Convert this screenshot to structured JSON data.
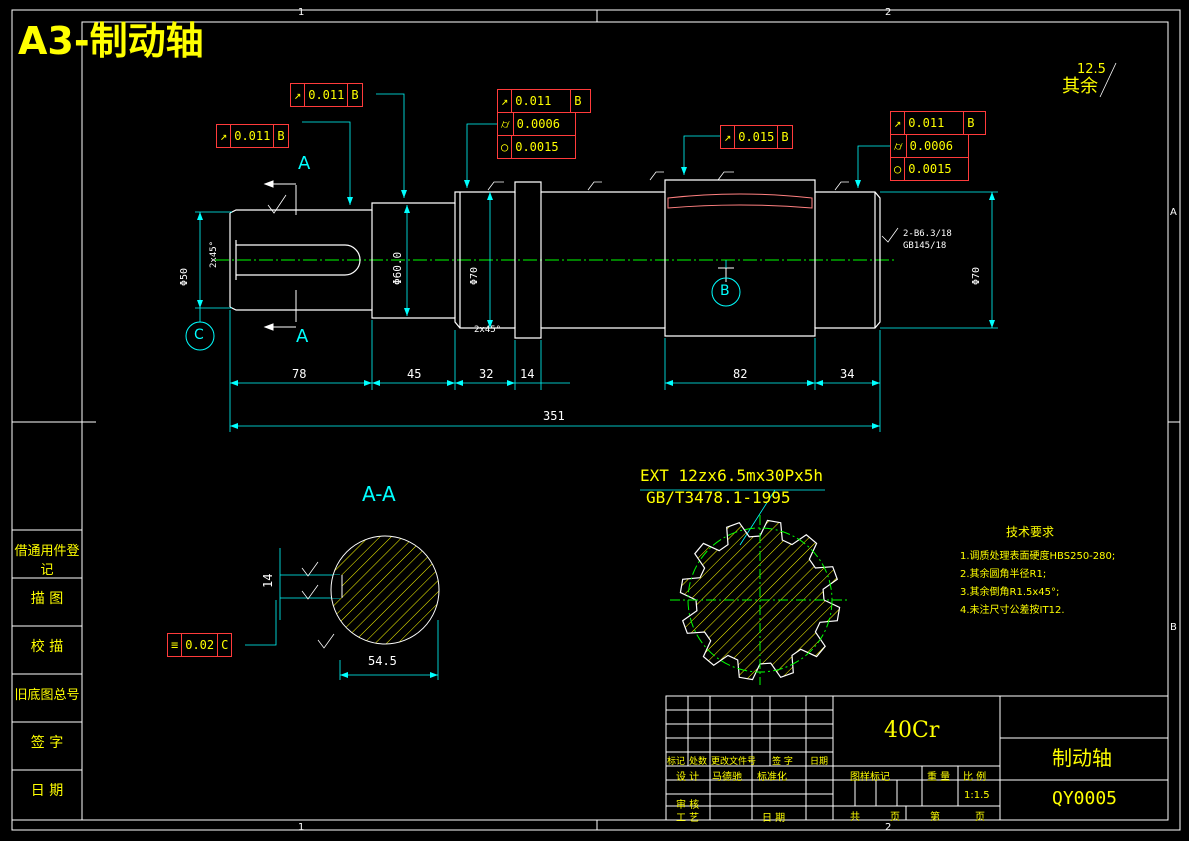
{
  "sheet": {
    "title": "A3-制动轴",
    "zone_top_1": "1",
    "zone_top_2": "2",
    "zone_bottom_1": "1",
    "zone_bottom_2": "2",
    "zone_right_A": "A",
    "zone_right_B": "B"
  },
  "roughness_note": {
    "value": "12.5",
    "label": "其余"
  },
  "tolerance_frames": {
    "f1": {
      "symbol": "runout-arrow",
      "value": "0.011",
      "datum": "B"
    },
    "f2": {
      "symbol": "runout-arrow",
      "value": "0.011",
      "datum": "B"
    },
    "f3": {
      "rows": [
        {
          "symbol": "runout-arrow",
          "value": "0.011",
          "datum": "B"
        },
        {
          "symbol": "cylindricity",
          "value": "0.0006"
        },
        {
          "symbol": "circularity",
          "value": "0.0015"
        }
      ]
    },
    "f4": {
      "symbol": "runout-arrow",
      "value": "0.015",
      "datum": "B"
    },
    "f5": {
      "rows": [
        {
          "symbol": "runout-arrow",
          "value": "0.011",
          "datum": "B"
        },
        {
          "symbol": "cylindricity",
          "value": "0.0006"
        },
        {
          "symbol": "circularity",
          "value": "0.0015"
        }
      ]
    },
    "f6": {
      "symbol": "symmetry",
      "value": "0.02",
      "datum": "C"
    }
  },
  "section_marks": {
    "A_top": "A",
    "A_bottom": "A",
    "datum_B": "B",
    "datum_C": "C",
    "section_title": "A-A"
  },
  "dimensions": {
    "d1": "78",
    "d2": "45",
    "d3": "32",
    "d4": "14",
    "d5": "82",
    "d6": "34",
    "total": "351",
    "key_width": "14",
    "key_depth": "54.5",
    "chamfer1": "2x45°",
    "chamfer2": "2x45°",
    "dia1": "Φ50",
    "dia2": "Φ60.0",
    "dia3": "Φ70",
    "dia4": "Φ70",
    "thread_note1": "2-B6.3/18",
    "thread_note2": "GB145/18"
  },
  "spline": {
    "spec": "EXT 12zx6.5mx30Px5h",
    "standard": "GB/T3478.1-1995"
  },
  "technical_requirements": {
    "heading": "技术要求",
    "items": [
      "1.调质处理表面硬度HBS250-280;",
      "2.其余圆角半径R1;",
      "3.其余倒角R1.5x45°;",
      "4.未注尺寸公差按IT12."
    ]
  },
  "side_panel": {
    "items": [
      "借通用件登记",
      "描  图",
      "校  描",
      "旧底图总号",
      "签  字",
      "日  期"
    ]
  },
  "title_block": {
    "material": "40Cr",
    "part_name": "制动轴",
    "drawing_no": "QY0005",
    "scale": "1:1.5",
    "rev_headers": [
      "标记",
      "处数",
      "更改文件号",
      "签 字",
      "日期"
    ],
    "design_label": "设 计",
    "designer": "马德驰",
    "standardize_label": "标准化",
    "review_label": "审 核",
    "process_label": "工 艺",
    "date_label": "日 期",
    "stage_label": "图样标记",
    "weight_label": "重 量",
    "scale_label": "比 例",
    "total_label": "共",
    "page_label": "页",
    "sheet_label": "第"
  },
  "colors": {
    "background": "#000000",
    "outline": "#ffffff",
    "dimension": "#00ffff",
    "centerline": "#00ff00",
    "frame": "#ff3b3b",
    "text": "#ffff00"
  }
}
